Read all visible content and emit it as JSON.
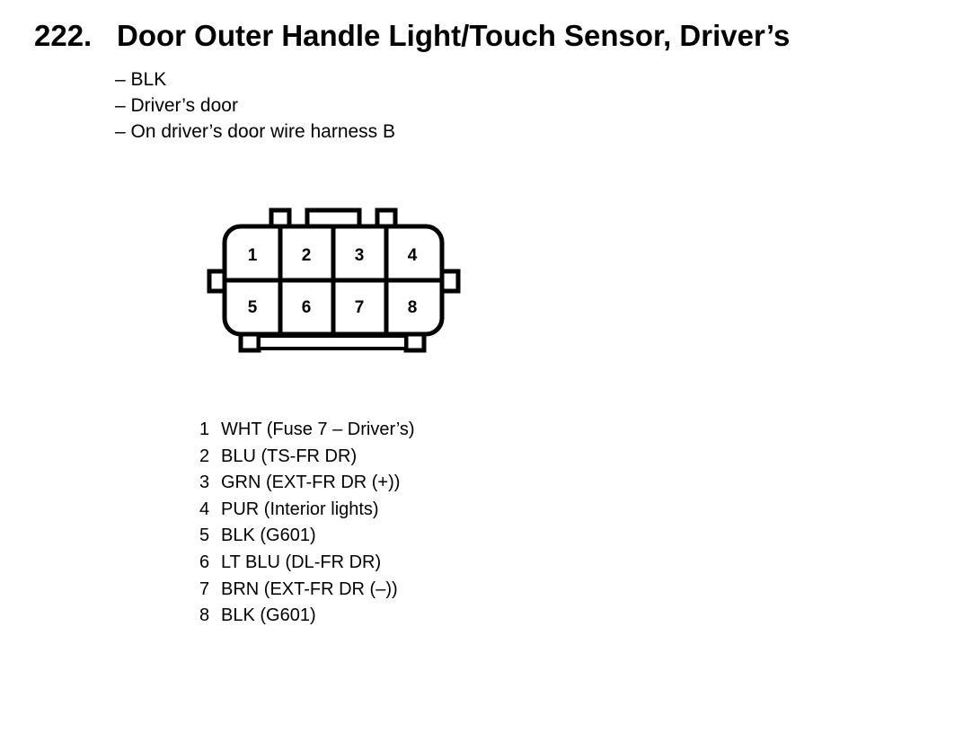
{
  "title": {
    "number": "222.",
    "text": "Door Outer Handle Light/Touch Sensor, Driver’s"
  },
  "details": [
    "– BLK",
    "– Driver’s door",
    "– On driver’s door wire harness B"
  ],
  "connector": {
    "cavities": [
      "1",
      "2",
      "3",
      "4",
      "5",
      "6",
      "7",
      "8"
    ]
  },
  "pins": [
    {
      "num": "1",
      "desc": "WHT (Fuse 7 – Driver’s)"
    },
    {
      "num": "2",
      "desc": "BLU (TS-FR DR)"
    },
    {
      "num": "3",
      "desc": "GRN (EXT-FR DR (+))"
    },
    {
      "num": "4",
      "desc": "PUR (Interior lights)"
    },
    {
      "num": "5",
      "desc": "BLK (G601)"
    },
    {
      "num": "6",
      "desc": "LT BLU (DL-FR DR)"
    },
    {
      "num": "7",
      "desc": "BRN (EXT-FR DR (–))"
    },
    {
      "num": "8",
      "desc": "BLK (G601)"
    }
  ]
}
